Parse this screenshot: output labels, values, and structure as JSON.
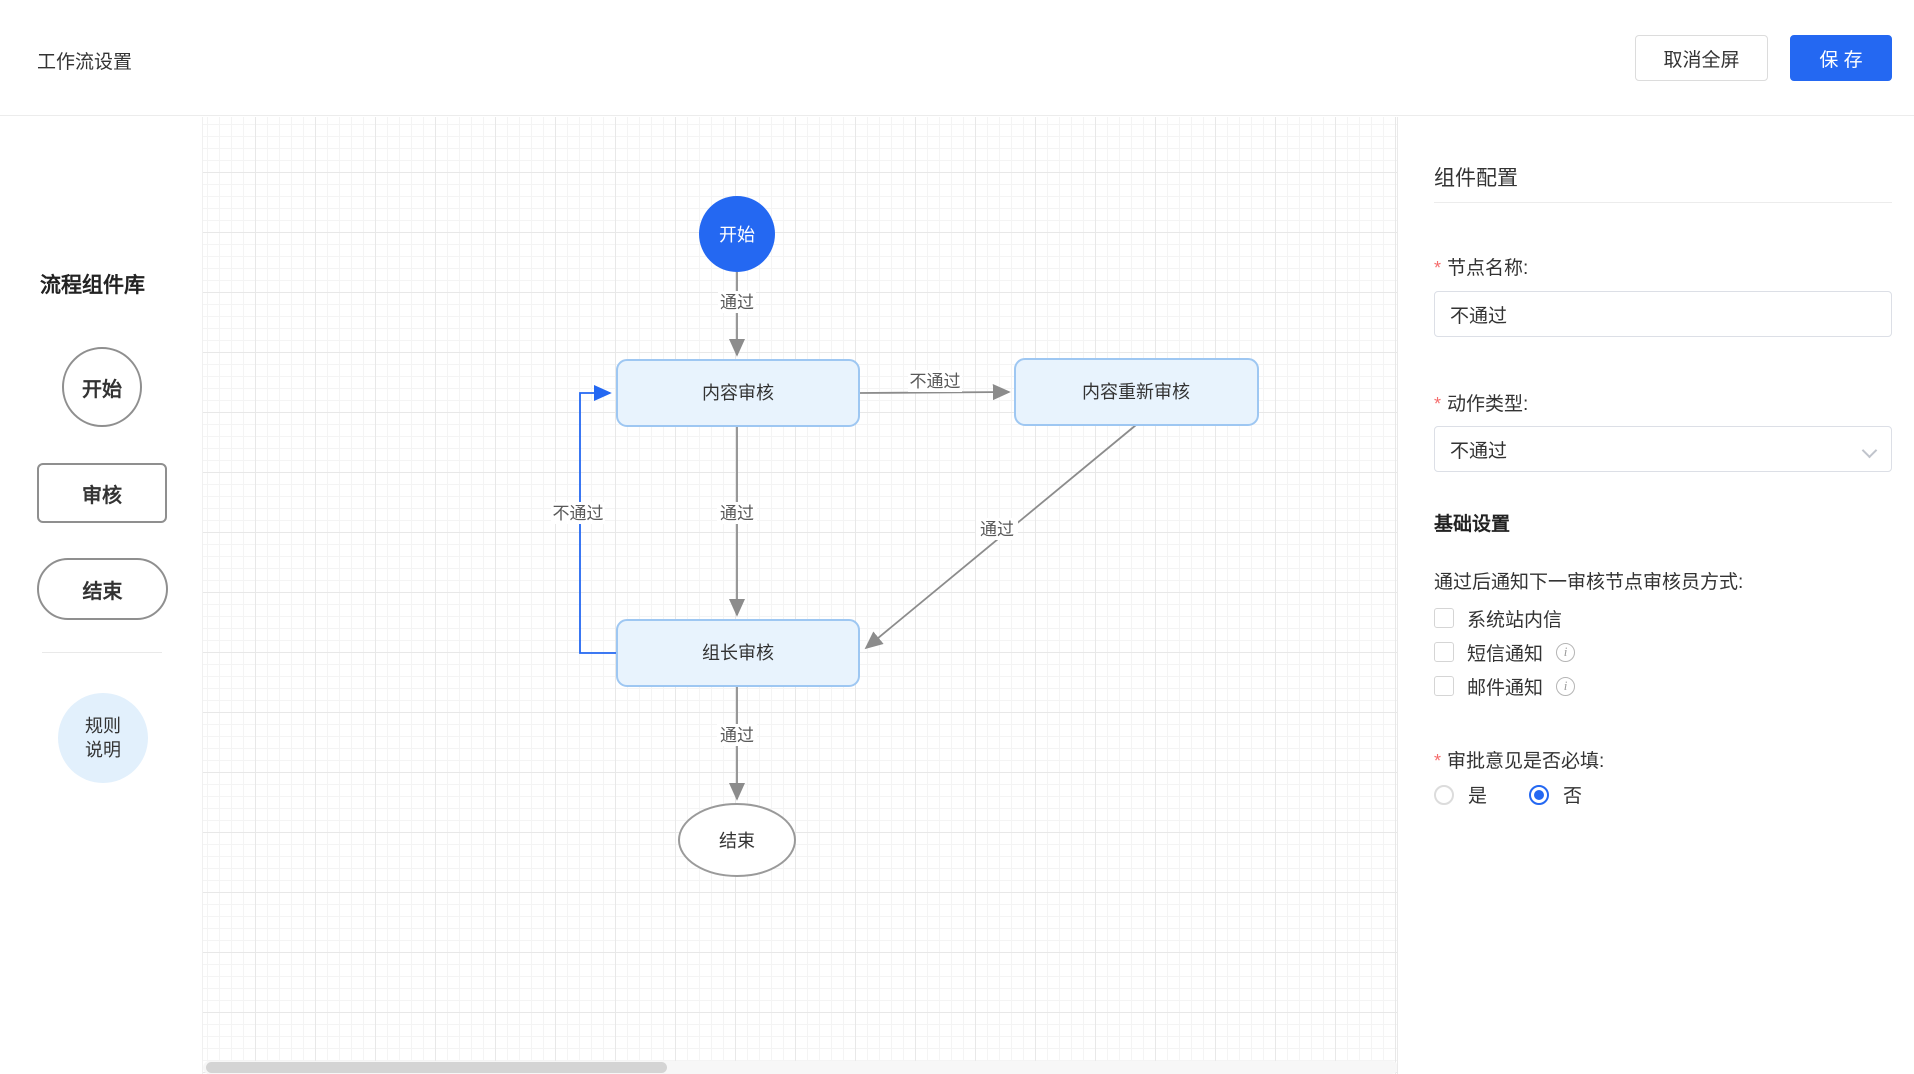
{
  "header": {
    "title": "工作流设置",
    "cancel_fullscreen_label": "取消全屏",
    "save_label": "保 存"
  },
  "palette": {
    "title": "流程组件库",
    "items": [
      {
        "label": "开始",
        "shape": "circle"
      },
      {
        "label": "审核",
        "shape": "rect"
      },
      {
        "label": "结束",
        "shape": "pill"
      }
    ],
    "rules": {
      "line1": "规则",
      "line2": "说明"
    }
  },
  "canvas": {
    "nodes": [
      {
        "id": "start",
        "type": "start-circle",
        "label": "开始"
      },
      {
        "id": "content-review",
        "type": "process",
        "label": "内容审核"
      },
      {
        "id": "content-rereview",
        "type": "process",
        "label": "内容重新审核"
      },
      {
        "id": "leader-review",
        "type": "process",
        "label": "组长审核"
      },
      {
        "id": "end",
        "type": "end-ellipse",
        "label": "结束"
      }
    ],
    "edges": [
      {
        "from": "start",
        "to": "content-review",
        "label": "通过"
      },
      {
        "from": "content-review",
        "to": "content-rereview",
        "label": "不通过"
      },
      {
        "from": "content-review",
        "to": "leader-review",
        "label": "通过"
      },
      {
        "from": "content-rereview",
        "to": "leader-review",
        "label": "通过"
      },
      {
        "from": "leader-review",
        "to": "content-review",
        "label": "不通过"
      },
      {
        "from": "leader-review",
        "to": "end",
        "label": "通过"
      }
    ]
  },
  "config_panel": {
    "title": "组件配置",
    "required_mark": "*",
    "node_name": {
      "label": "节点名称:",
      "value": "不通过"
    },
    "action_type": {
      "label": "动作类型:",
      "value": "不通过"
    },
    "basic_settings_title": "基础设置",
    "notify_label": "通过后通知下一审核节点审核员方式:",
    "notify_options": [
      {
        "label": "系统站内信",
        "checked": false,
        "has_info": false
      },
      {
        "label": "短信通知",
        "checked": false,
        "has_info": true
      },
      {
        "label": "邮件通知",
        "checked": false,
        "has_info": true
      }
    ],
    "approval_required": {
      "label": "审批意见是否必填:",
      "options": [
        {
          "label": "是",
          "selected": false
        },
        {
          "label": "否",
          "selected": true
        }
      ]
    }
  },
  "icons": {
    "info_glyph": "i"
  },
  "colors": {
    "primary": "#2468f2",
    "node_fill": "#e8f3fd",
    "node_border": "#9ec7f2",
    "edge_gray": "#8c8c8c",
    "required_red": "#f56c6c"
  }
}
